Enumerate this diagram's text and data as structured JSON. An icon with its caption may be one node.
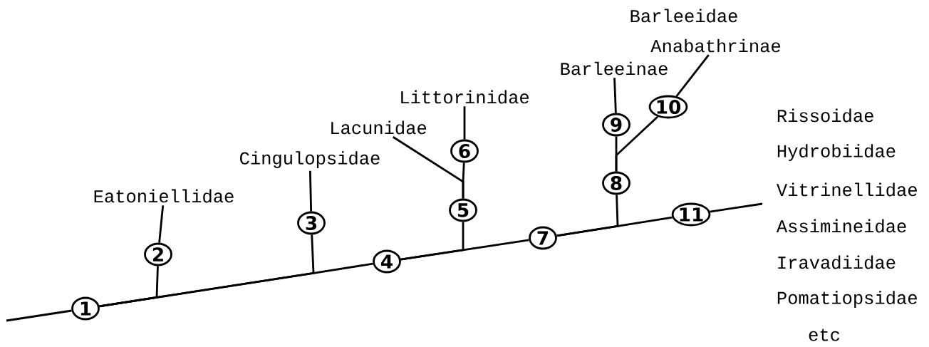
{
  "diagram": {
    "nodes": [
      {
        "text": [
          "1"
        ]
      },
      {
        "text": [
          "2"
        ]
      },
      {
        "text": [
          "3"
        ]
      },
      {
        "text": [
          "4"
        ]
      },
      {
        "text": [
          "5"
        ]
      },
      {
        "text": [
          "6"
        ]
      },
      {
        "text": [
          "7"
        ]
      },
      {
        "text": [
          "8"
        ]
      },
      {
        "text": [
          "9"
        ]
      },
      {
        "text": [
          "10"
        ]
      },
      {
        "text": [
          "11"
        ]
      },
      {
        "text": [
          "Eatoniellidae"
        ]
      },
      {
        "text": [
          "Cingulopsidae"
        ]
      },
      {
        "text": [
          "Lacunidae"
        ]
      },
      {
        "text": [
          "Littorinidae"
        ]
      },
      {
        "text": [
          "Barleeinae"
        ]
      },
      {
        "text": [
          "Anabathrinae"
        ]
      }
    ],
    "edges": [
      {
        "from": null,
        "to": 0,
        "arrow": "none"
      },
      {
        "from": 0,
        "to": 1,
        "arrow": "none"
      },
      {
        "from": 0,
        "to": 2,
        "arrow": "none"
      },
      {
        "from": 0,
        "to": 3,
        "arrow": "none"
      },
      {
        "from": 1,
        "to": 11,
        "arrow": "none"
      },
      {
        "from": 2,
        "to": 12,
        "arrow": "none"
      },
      {
        "from": 3,
        "to": 4,
        "arrow": "none"
      },
      {
        "from": 3,
        "to": 6,
        "arrow": "none"
      },
      {
        "from": 4,
        "to": 13,
        "arrow": "none"
      },
      {
        "from": 4,
        "to": 5,
        "arrow": "none"
      },
      {
        "from": 5,
        "to": 14,
        "arrow": "none"
      },
      {
        "from": 6,
        "to": 7,
        "arrow": "none"
      },
      {
        "from": 6,
        "to": 10,
        "arrow": "none"
      },
      {
        "from": 7,
        "to": 8,
        "arrow": "none"
      },
      {
        "from": 7,
        "to": 9,
        "arrow": "none"
      },
      {
        "from": 8,
        "to": 15,
        "arrow": "none"
      },
      {
        "from": 9,
        "to": 16,
        "arrow": "none"
      },
      {
        "from": 10,
        "to": null,
        "arrow": "none"
      }
    ],
    "labels": [
      "Barleeidae",
      "Rissoidae",
      "Hydrobiidae",
      "Vitrinellidae",
      "Assimineidae",
      "Iravadiidae",
      "Pomatiopsidae",
      "etc"
    ]
  }
}
